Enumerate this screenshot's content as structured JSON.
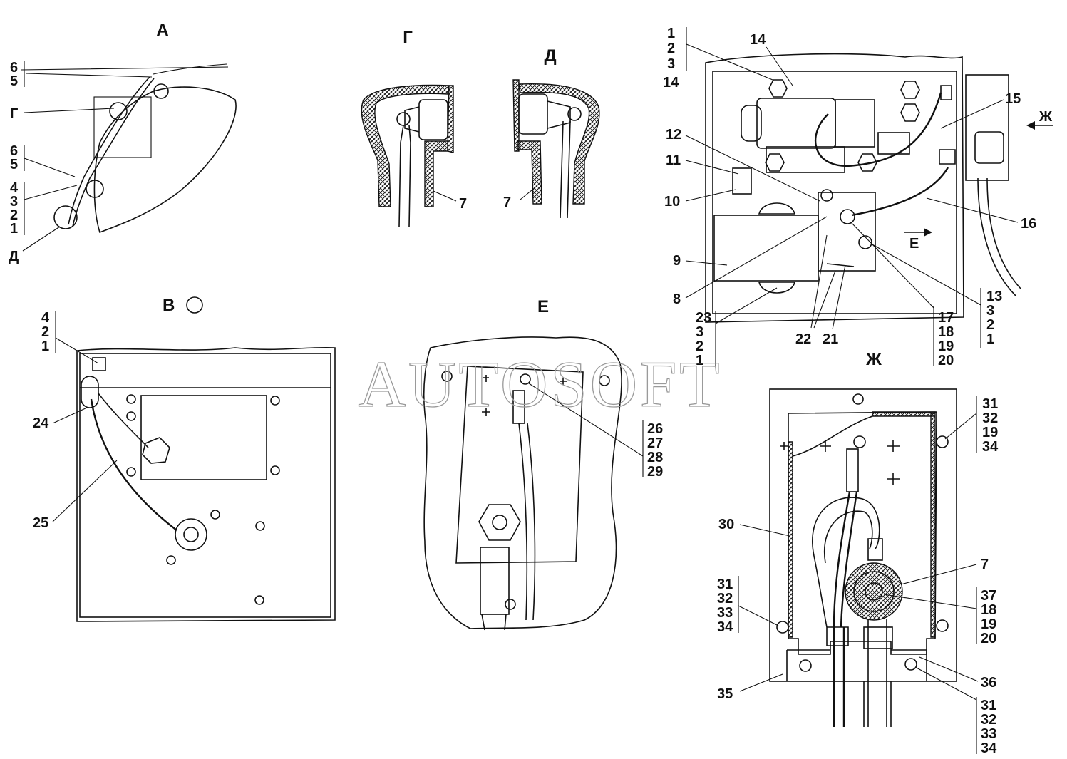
{
  "views": {
    "A": "А",
    "G": "Г",
    "D": "Д",
    "V": "В",
    "E": "Е",
    "ZH": "Ж"
  },
  "labels": {
    "a_6a": "6",
    "a_5a": "5",
    "a_G": "Г",
    "a_6b": "6",
    "a_5b": "5",
    "a_4": "4",
    "a_3": "3",
    "a_2": "2",
    "a_1": "1",
    "a_D": "Д",
    "g_7": "7",
    "d_7": "7",
    "m_1": "1",
    "m_2": "2",
    "m_3": "3",
    "m_14a": "14",
    "m_14b": "14",
    "m_15": "15",
    "m_ZH": "Ж",
    "m_12": "12",
    "m_11": "11",
    "m_10": "10",
    "m_16": "16",
    "m_E": "Е",
    "m_9": "9",
    "m_8": "8",
    "m_13": "13",
    "m_3b": "3",
    "m_2b": "2",
    "m_1b": "1",
    "m_23": "23",
    "m_3c": "3",
    "m_2c": "2",
    "m_1c": "1",
    "m_22": "22",
    "m_21": "21",
    "m_17": "17",
    "m_18": "18",
    "m_19": "19",
    "m_20": "20",
    "v_4": "4",
    "v_2": "2",
    "v_1": "1",
    "v_24": "24",
    "v_25": "25",
    "e_26": "26",
    "e_27": "27",
    "e_28": "28",
    "e_29": "29",
    "zh_31a": "31",
    "zh_32a": "32",
    "zh_19a": "19",
    "zh_34a": "34",
    "zh_30": "30",
    "zh_7": "7",
    "zh_31b": "31",
    "zh_32b": "32",
    "zh_33b": "33",
    "zh_34b": "34",
    "zh_37": "37",
    "zh_18": "18",
    "zh_19b": "19",
    "zh_20": "20",
    "zh_35": "35",
    "zh_36": "36",
    "zh_31c": "31",
    "zh_32c": "32",
    "zh_33c": "33",
    "zh_34c": "34"
  },
  "watermark": "AUTOSOFT",
  "colors": {
    "ink": "#111111",
    "paper": "#ffffff",
    "watermark": "#9a9a9a"
  }
}
